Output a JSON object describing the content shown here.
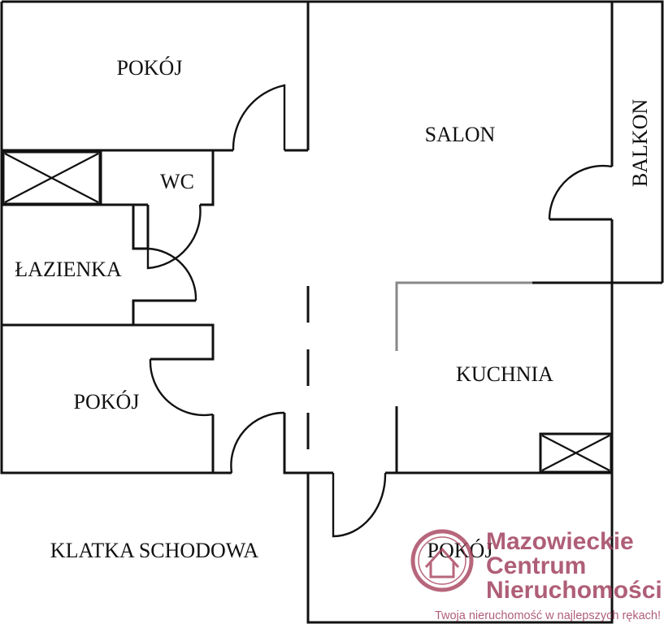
{
  "rooms": {
    "pokoj_top": "POKÓJ",
    "salon": "SALON",
    "balkon": "BALKON",
    "wc": "WC",
    "lazienka": "ŁAZIENKA",
    "pokoj_left": "POKÓJ",
    "kuchnia": "KUCHNIA",
    "klatka": "KLATKA SCHODOWA",
    "pokoj_bottom": "POKÓJ"
  },
  "watermark": {
    "line1": "Mazowieckie",
    "line2": "Centrum",
    "line3": "Nieruchomości",
    "tagline": "Twoja nieruchomość w najlepszych rękach!",
    "logo_icon": "house-in-circle-icon",
    "color": "#9e3b5a",
    "logo_color": "#a8455f"
  },
  "colors": {
    "walls": "#111111",
    "partition_grey": "#888888",
    "background": "#ffffff"
  }
}
